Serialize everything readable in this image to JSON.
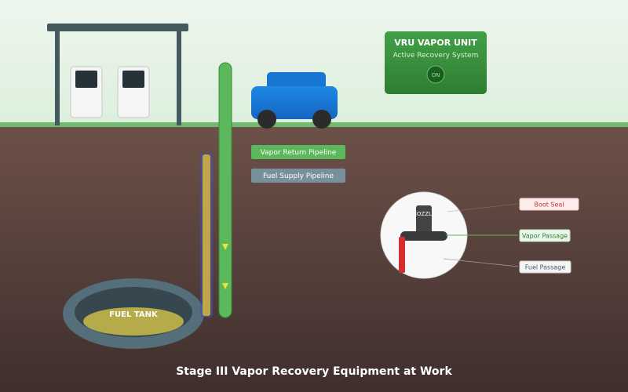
{
  "title": "Stage III Vapor Recovery Equipment at Work",
  "vru": {
    "title": "VRU VAPOR UNIT",
    "subtitle": "Active Recovery System",
    "status": "ON"
  },
  "pipelines": {
    "vapor_label": "Vapor Return Pipeline",
    "fuel_label": "Fuel Supply Pipeline"
  },
  "tank": {
    "label": "FUEL TANK"
  },
  "nozzle": {
    "label": "NOZZLE",
    "callouts": {
      "boot_seal": "Boot Seal",
      "vapor_passage": "Vapor Passage",
      "fuel_passage": "Fuel Passage"
    }
  },
  "colors": {
    "sky_top": "#eef6ee",
    "sky_bottom": "#dcefdc",
    "grass": "#6fba6f",
    "soil_top": "#6d5148",
    "soil_bottom": "#3f2f2d",
    "vapor_green": "#5cb85c",
    "fuel_gray": "#78909c",
    "car_blue": "#1565c0",
    "vru_green": "#2e8b3e",
    "nozzle_red": "#d32f2f",
    "fuel_gold": "#c0b050"
  },
  "icons": [
    "gas-pump-icon",
    "car-icon",
    "vapor-flow-arrow-icon",
    "nozzle-icon"
  ]
}
